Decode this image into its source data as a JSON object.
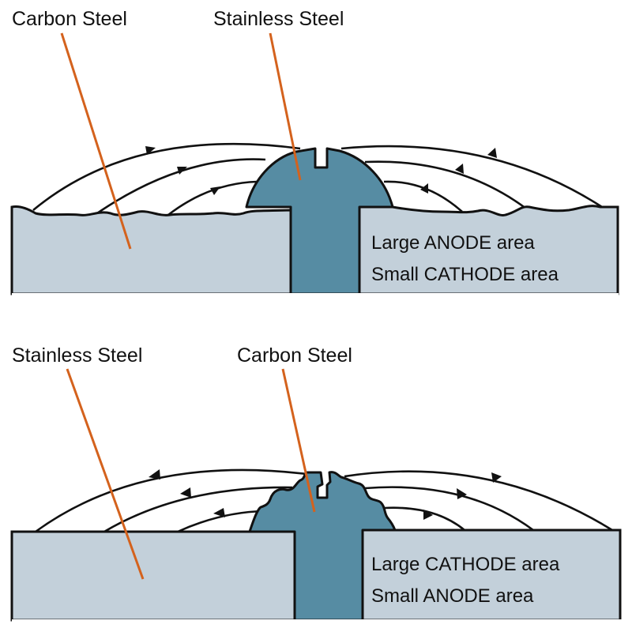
{
  "colors": {
    "background": "#ffffff",
    "plate_fill": "#c3d0da",
    "bolt_fill": "#568ca3",
    "leader_line": "#d4621d",
    "outline": "#111111"
  },
  "panels": [
    {
      "id": "top",
      "plate_label": "Carbon Steel",
      "fastener_label": "Stainless Steel",
      "area_note_line1": "Large ANODE area",
      "area_note_line2": "Small CATHODE area",
      "plate_surface": "corroded",
      "fastener_surface": "intact",
      "current_direction": "plate-to-fastener"
    },
    {
      "id": "bottom",
      "plate_label": "Stainless Steel",
      "fastener_label": "Carbon Steel",
      "area_note_line1": "Large CATHODE area",
      "area_note_line2": "Small ANODE area",
      "plate_surface": "intact",
      "fastener_surface": "corroded",
      "current_direction": "fastener-to-plate"
    }
  ]
}
